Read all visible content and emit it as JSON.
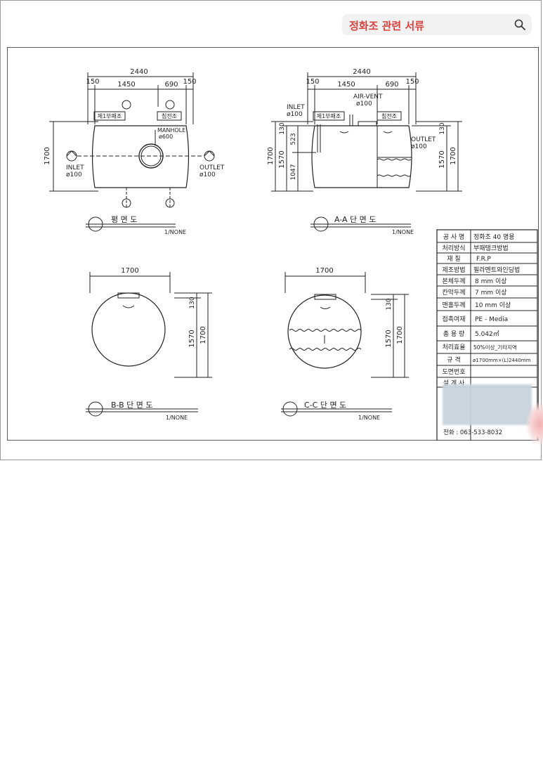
{
  "search": {
    "label": "정화조 관련 서류",
    "icon": "search-icon"
  },
  "plan_view": {
    "overall": "2440",
    "left_margin": "150",
    "span_a": "1450",
    "span_b": "690",
    "right_margin": "150",
    "height": "1700",
    "inlet": "INLET",
    "inlet_dia": "ø100",
    "outlet": "OUTLET",
    "outlet_dia": "ø100",
    "manhole": "MANHOLE",
    "manhole_dia": "ø600",
    "chamber_1": "제1부패조",
    "chamber_2": "침전조",
    "title": "평  면  도",
    "scale": "1/NONE"
  },
  "section_aa": {
    "overall": "2440",
    "left_margin": "150",
    "span_a": "1450",
    "span_b": "690",
    "right_margin": "150",
    "air_vent": "AIR-VENT",
    "air_vent_dia": "ø100",
    "inlet": "INLET",
    "inlet_dia": "ø100",
    "outlet": "OUTLET",
    "outlet_dia": "ø100",
    "chamber_1": "제1부패조",
    "chamber_2": "침전조",
    "dim_130": "130",
    "dim_523": "523",
    "dim_1047": "1047",
    "dim_1570": "1570",
    "dim_1700": "1700",
    "title": "A-A 단  면  도",
    "scale": "1/NONE"
  },
  "section_bb": {
    "width": "1700",
    "dim_130": "130",
    "dim_1570": "1570",
    "dim_1700": "1700",
    "title": "B-B 단  면  도",
    "scale": "1/NONE"
  },
  "section_cc": {
    "width": "1700",
    "dim_130": "130",
    "dim_1570": "1570",
    "dim_1700": "1700",
    "title": "C-C 단  면  도",
    "scale": "1/NONE"
  },
  "spec_table": {
    "rows": [
      {
        "label": "공 사 명",
        "value": "정화조  40 명용"
      },
      {
        "label": "처리방식",
        "value": "부패탱크방법"
      },
      {
        "label": "재    질",
        "value": "F.R.P"
      },
      {
        "label": "제조방법",
        "value": "필라멘트와인딩법"
      },
      {
        "label": "본체두께",
        "value": "8 mm 이상"
      },
      {
        "label": "칸막두께",
        "value": "7 mm 이상"
      },
      {
        "label": "맨홀두께",
        "value": "10 mm 이상"
      },
      {
        "label": "접촉여재",
        "value": "PE - Media"
      },
      {
        "label": "총 용 량",
        "value": "5.042㎥"
      },
      {
        "label": "처리효율",
        "value": "50%이상_기타지역"
      },
      {
        "label": "규    격",
        "value": "ø1700mm×(L)2440mm"
      },
      {
        "label": "도면번호",
        "value": ""
      },
      {
        "label": "설 계 사",
        "value": ""
      }
    ],
    "phone": "전화 : 063-533-8032"
  }
}
